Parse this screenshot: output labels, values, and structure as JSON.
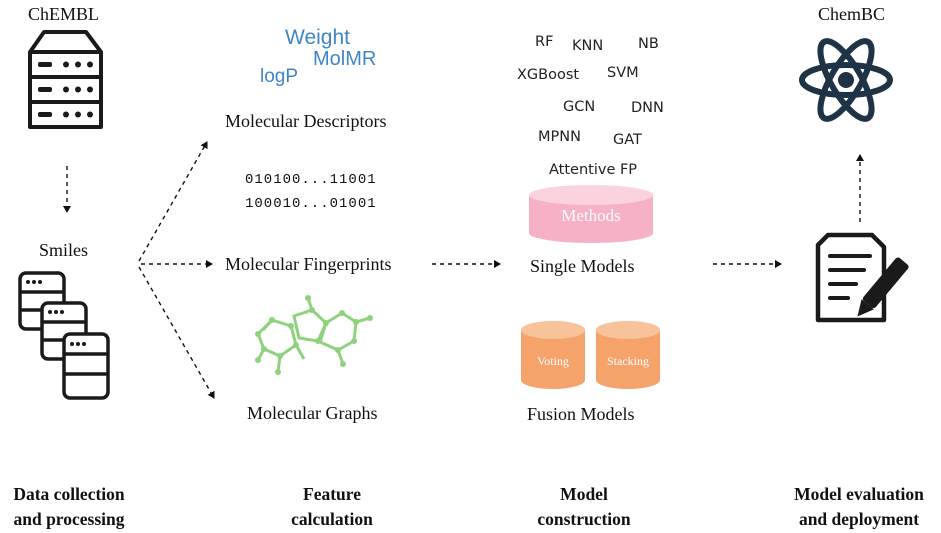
{
  "sources": {
    "chembl": "ChEMBL",
    "smiles": "Smiles",
    "chembc": "ChemBC"
  },
  "features": {
    "descriptors_title": "Molecular Descriptors",
    "descriptor_words": [
      "Weight",
      "MolMR",
      "logP"
    ],
    "fingerprints_title": "Molecular Fingerprints",
    "fingerprint_bits": [
      "010100...11001",
      "100010...01001"
    ],
    "graphs_title": "Molecular Graphs"
  },
  "models": {
    "algorithms": [
      "RF",
      "KNN",
      "NB",
      "XGBoost",
      "SVM",
      "GCN",
      "DNN",
      "MPNN",
      "GAT",
      "Attentive FP"
    ],
    "methods_label": "Methods",
    "single_title": "Single Models",
    "voting_label": "Voting",
    "stacking_label": "Stacking",
    "fusion_title": "Fusion Models"
  },
  "stages": [
    {
      "line1": "Data collection",
      "line2": "and processing"
    },
    {
      "line1": "Feature",
      "line2": "calculation"
    },
    {
      "line1": "Model",
      "line2": "construction"
    },
    {
      "line1": "Model evaluation",
      "line2": "and deployment"
    }
  ],
  "colors": {
    "descriptor_blue": "#3f86c7",
    "graph_green": "#8fd27e",
    "methods_pink": "#f6b1c6",
    "fusion_orange": "#f5a36a",
    "icon_dark": "#1a1a1a",
    "atom_navy": "#1f3347"
  },
  "icons": [
    "server-icon",
    "database-stack-icon",
    "atom-icon",
    "document-pen-icon"
  ]
}
